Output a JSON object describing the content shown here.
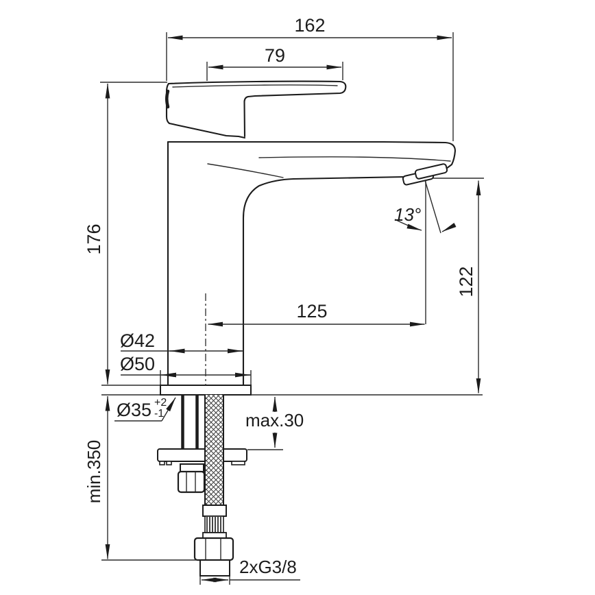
{
  "drawing": {
    "background": "#ffffff",
    "line_color": "#1c1c1c",
    "dimensions": {
      "overall_width": "162",
      "handle_length": "79",
      "total_height": "176",
      "spout_reach": "125",
      "spout_height": "122",
      "spout_angle": "13°",
      "body_diameter": "Ø42",
      "base_diameter": "Ø50",
      "hole_diameter": "Ø35",
      "hole_tol_plus": "+2",
      "hole_tol_minus": "-1",
      "max_deck_thickness": "max.30",
      "min_hose_length": "min.350",
      "connection_thread": "2xG3/8"
    }
  }
}
